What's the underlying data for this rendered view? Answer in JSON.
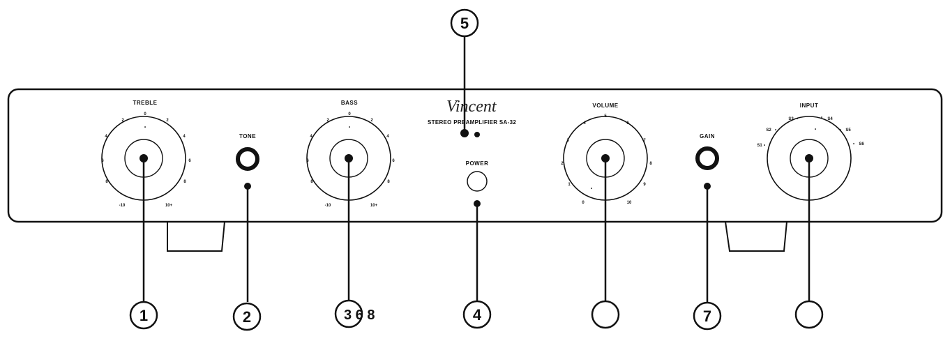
{
  "panel": {
    "brand": "Vincent",
    "model": "STEREO PREAMPLIFIER SA-32"
  },
  "knobs": {
    "treble": {
      "label": "TREBLE",
      "ticks": [
        "-10",
        "8",
        "6",
        "4",
        "2",
        "0",
        "2",
        "4",
        "6",
        "8",
        "10+"
      ]
    },
    "bass": {
      "label": "BASS",
      "ticks": [
        "-10",
        "8",
        "6",
        "4",
        "2",
        "0",
        "2",
        "4",
        "6",
        "8",
        "10+"
      ]
    },
    "volume": {
      "label": "VOLUME",
      "ticks": [
        "0",
        "1",
        "2",
        "3",
        "4",
        "5",
        "6",
        "7",
        "8",
        "9",
        "10"
      ]
    },
    "input": {
      "label": "INPUT",
      "ticks": [
        "S1",
        "S2",
        "S3",
        "S4",
        "S5",
        "S6"
      ]
    }
  },
  "buttons": {
    "tone": "TONE",
    "power": "POWER",
    "gain": "GAIN"
  },
  "callouts": {
    "c1": "1",
    "c2": "2",
    "c4": "4",
    "c5": "5",
    "c7": "7",
    "c3_text": "3 6 8"
  }
}
